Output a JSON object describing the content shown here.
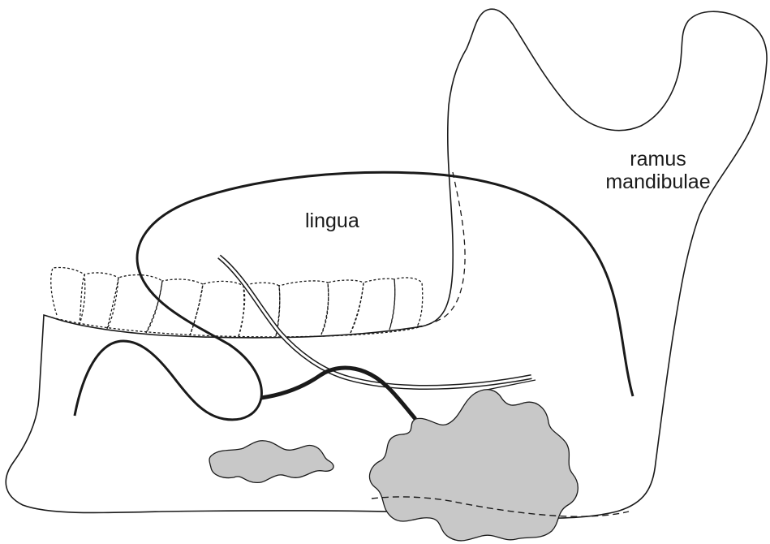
{
  "labels": {
    "lingua": "lingua",
    "ramus_line1": "ramus",
    "ramus_line2": "mandibulae"
  },
  "colors": {
    "stroke": "#1a1a1a",
    "gland_fill": "#c8c8c8",
    "background": "#ffffff"
  }
}
